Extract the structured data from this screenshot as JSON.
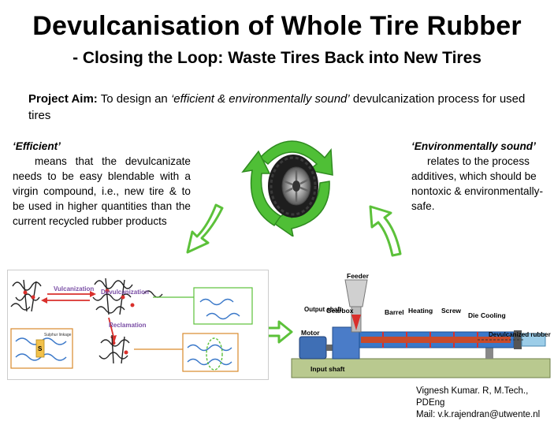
{
  "title": {
    "line1_pre": "Devulcanisation of Whole Tire Rubber",
    "line2": "- Closing the Loop: Waste Tires Back into New Tires"
  },
  "aim": {
    "label": "Project Aim:",
    "text_a": " To design an ",
    "emphasis": "‘efficient & environmentally sound’",
    "text_b": " devulcanization process for used tires"
  },
  "efficient": {
    "heading": "‘Efficient’",
    "body": "means that the devulcanizate needs to be easy blendable with a virgin compound, i.e., new tire & to be used in higher quantities than the current recycled rubber products"
  },
  "environment": {
    "heading": "‘Environmentally sound’",
    "body": "relates to the process additives, which should be nontoxic & environmentally-safe."
  },
  "left_diagram": {
    "vulcanization": "Vulcanization",
    "devulcanization": "Devulcanization",
    "reclamation": "Reclamation",
    "sulphur_linkage": "Sulphur linkage",
    "s_label": "S"
  },
  "extruder": {
    "feeder": "Feeder",
    "output_shaft": "Output shaft",
    "gearbox": "Gearbox",
    "barrel": "Barrel",
    "heating": "Heating",
    "screw": "Screw",
    "die": "Die",
    "cooling": "Cooling",
    "motor": "Motor",
    "input_shaft": "Input shaft",
    "devulcanized_rubber": "Devulcanized rubber"
  },
  "author": {
    "name": "Vignesh Kumar. R, M.Tech., PDEng",
    "mail": "Mail: v.k.rajendran@utwente.nl"
  },
  "colors": {
    "arrow_green": "#5cc13a",
    "arrow_dark": "#2e8a1f",
    "diagram_red": "#d9302c",
    "extruder_blue": "#3a78c9",
    "accent_purple": "#7b4fa6"
  }
}
